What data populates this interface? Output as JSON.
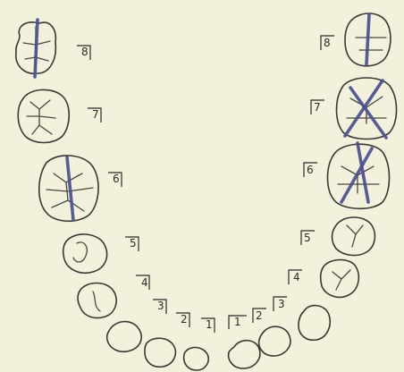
{
  "chart": {
    "left_teeth": [
      {
        "number": "8",
        "marked": true
      },
      {
        "number": "7",
        "marked": false
      },
      {
        "number": "6",
        "marked": true
      },
      {
        "number": "5",
        "marked": false
      },
      {
        "number": "4",
        "marked": false
      },
      {
        "number": "3",
        "marked": false
      },
      {
        "number": "2",
        "marked": false
      },
      {
        "number": "1",
        "marked": false
      }
    ],
    "right_teeth": [
      {
        "number": "8",
        "marked": true
      },
      {
        "number": "7",
        "marked": true
      },
      {
        "number": "6",
        "marked": true
      },
      {
        "number": "5",
        "marked": false
      },
      {
        "number": "4",
        "marked": false
      },
      {
        "number": "3",
        "marked": false
      },
      {
        "number": "2",
        "marked": false
      },
      {
        "number": "1",
        "marked": false
      }
    ]
  },
  "colors": {
    "paper": "#f2f1dc",
    "ink": "#2c2a26",
    "mark": "#4b4f8f"
  }
}
